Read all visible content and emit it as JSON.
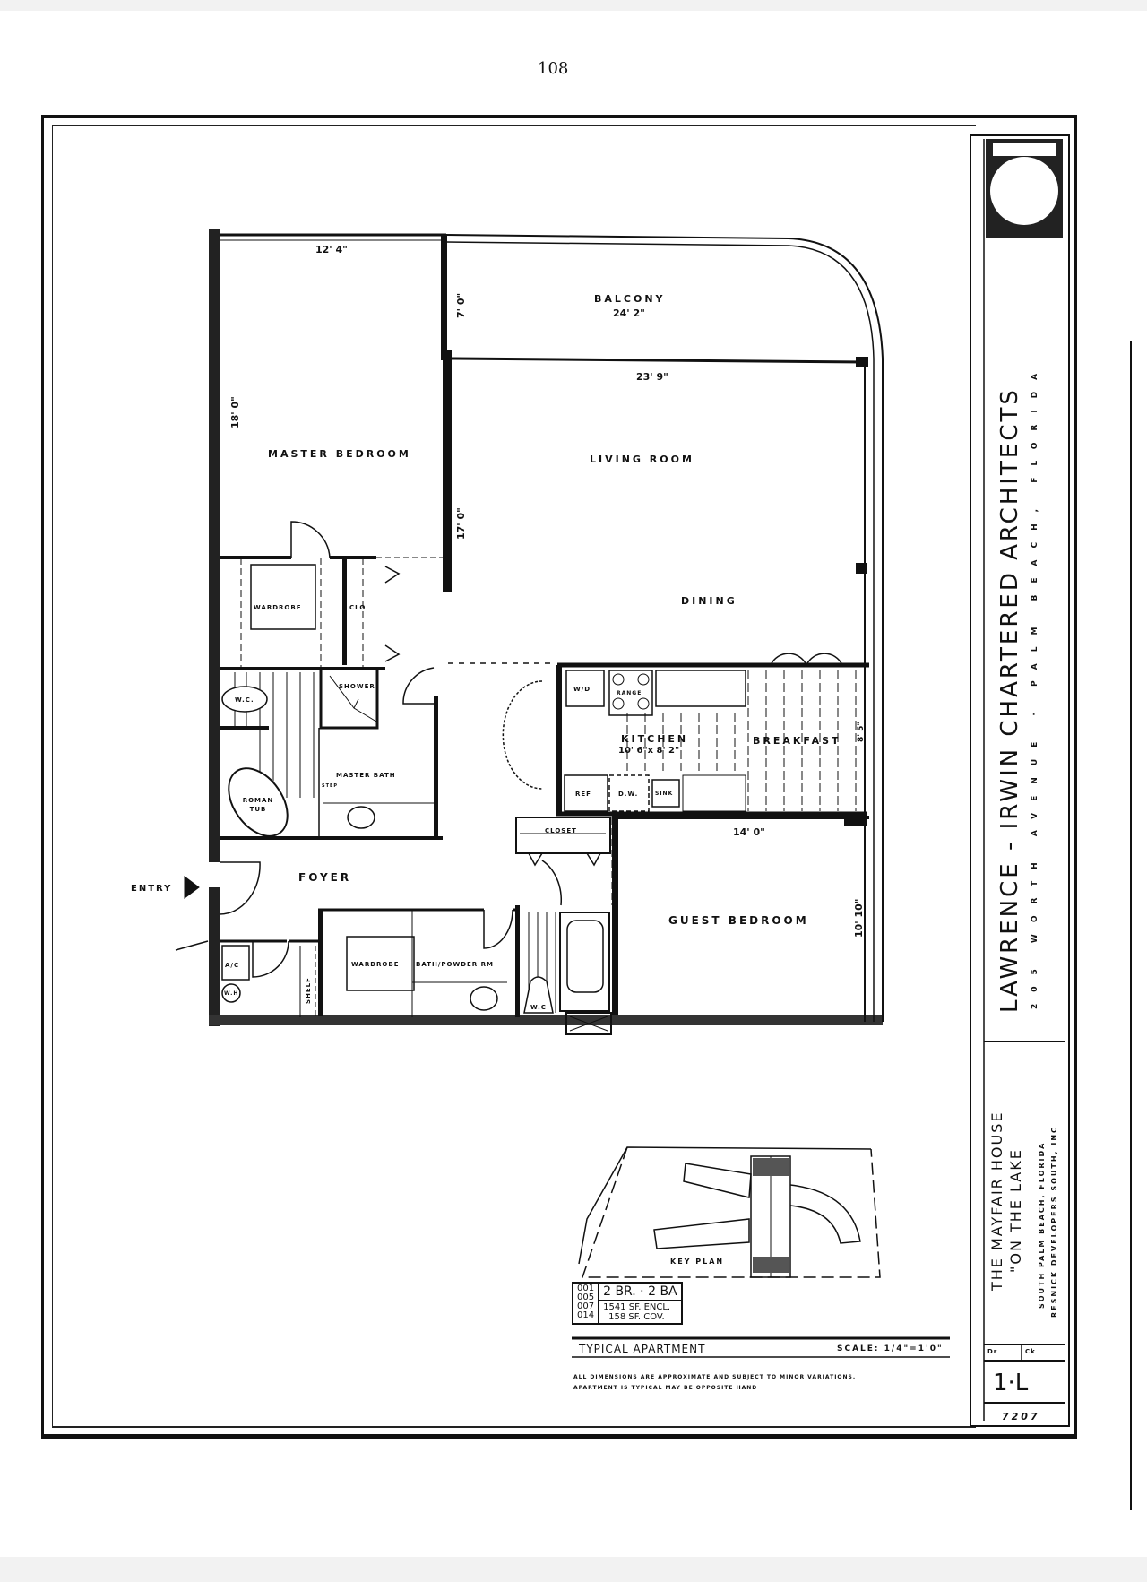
{
  "page": {
    "number": "108"
  },
  "plan": {
    "title": "TYPICAL APARTMENT",
    "scale_label": "SCALE:  1/4\"=1'0\"",
    "note_line1": "ALL DIMENSIONS ARE APPROXIMATE AND SUBJECT TO MINOR VARIATIONS.",
    "note_line2": "APARTMENT IS TYPICAL  MAY BE OPPOSITE HAND",
    "rooms": {
      "master_bedroom": "MASTER BEDROOM",
      "balcony": "BALCONY",
      "living_room": "LIVING  ROOM",
      "dining": "DINING",
      "kitchen": "KITCHEN",
      "breakfast": "BREAKFAST",
      "guest_bedroom": "GUEST  BEDROOM",
      "foyer": "FOYER",
      "master_bath": "MASTER BATH",
      "wardrobe_master": "WARDROBE",
      "clo": "CLO",
      "shower": "SHOWER",
      "wc_master": "W.C.",
      "roman_tub": "ROMAN TUB",
      "closet": "CLOSET",
      "wardrobe_guest": "WARDROBE",
      "bath_powder": "BATH/POWDER RM",
      "wc_guest": "W.C",
      "ac": "A/C",
      "wh": "W.H.",
      "shelf": "SHELF",
      "wd": "W/D",
      "range": "RANGE",
      "ref": "REF",
      "dw": "D.W.",
      "sink": "SINK",
      "step": "STEP"
    },
    "entry_label": "ENTRY",
    "dimensions": {
      "master_width": "12' 4\"",
      "master_depth": "18' 0\"",
      "balcony_depth": "7' 0\"",
      "balcony_width": "24' 2\"",
      "living_width": "23' 9\"",
      "living_depth": "17' 0\"",
      "kitchen_size": "10' 6\"x 8' 2\"",
      "breakfast_depth": "8' 5\"",
      "guest_width": "14' 0\"",
      "guest_depth": "10' 10\""
    }
  },
  "key_plan": {
    "label": "KEY PLAN"
  },
  "unit_info": {
    "unit_numbers": [
      "001",
      "005",
      "007",
      "014"
    ],
    "bed_bath": "2 BR.  ·  2 BA",
    "area_enclosed": "1541 SF. ENCL.",
    "area_covered": "158 SF. COV."
  },
  "title_block": {
    "firm": "LAWRENCE - IRWIN  CHARTERED  ARCHITECTS",
    "address": "205 WORTH AVENUE · PALM BEACH, FLORIDA",
    "project_name": "THE MAYFAIR HOUSE",
    "project_sub": "\"ON THE LAKE",
    "location": "SOUTH PALM BEACH, FLORIDA",
    "developer": "RESNICK DEVELOPERS SOUTH, INC",
    "dr_label": "Dr",
    "ck_label": "Ck",
    "sheet_number": "1·L",
    "sheet_code": "7207"
  }
}
